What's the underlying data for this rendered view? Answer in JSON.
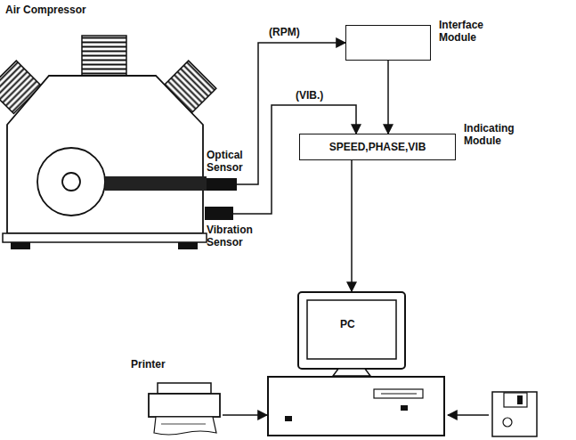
{
  "diagram": {
    "nodes": [
      {
        "text": [
          "Optical Sensor"
        ]
      },
      {
        "text": [
          "Vibration Sensor"
        ]
      },
      {
        "text": [
          "Interface Module"
        ]
      },
      {
        "text": [
          "SPEED,PHASE,VIB",
          "Indicating Module"
        ]
      },
      {
        "text": [
          "PC"
        ]
      },
      {
        "text": [
          "Printer"
        ]
      }
    ],
    "edges": [
      {
        "from": 0,
        "to": 2,
        "arrow": "to",
        "label": "(RPM)"
      },
      {
        "from": 1,
        "to": 3,
        "arrow": "to",
        "label": "(VIB.)"
      },
      {
        "from": 2,
        "to": 3,
        "arrow": "to"
      },
      {
        "from": 3,
        "to": 4,
        "arrow": "to"
      },
      {
        "from": 5,
        "to": 4,
        "arrow": "to"
      }
    ],
    "labels": [
      "Air Compressor"
    ]
  }
}
